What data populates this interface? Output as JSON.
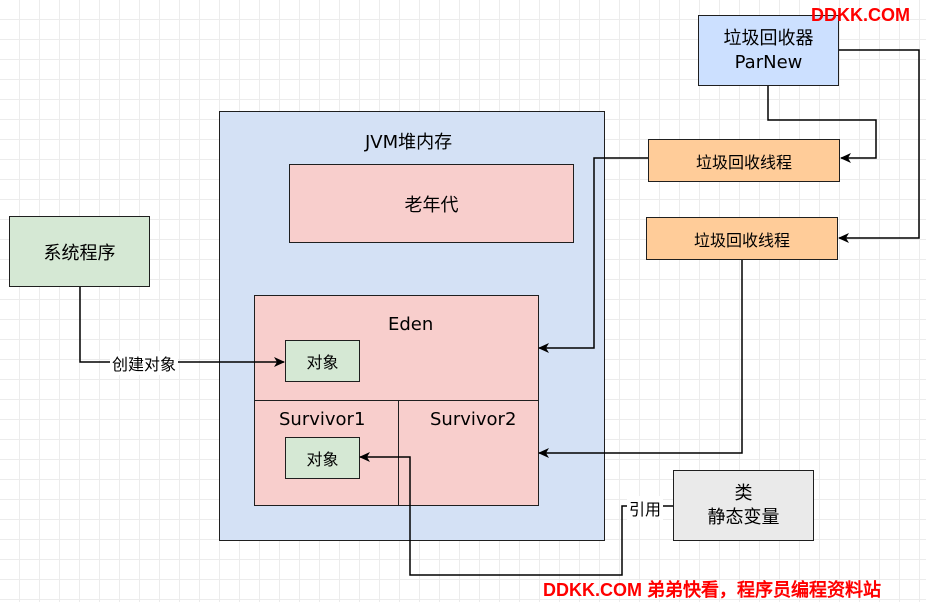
{
  "watermark_top": "DDKK.COM",
  "watermark_bottom": "DDKK.COM 弟弟快看，程序员编程资料站",
  "colors": {
    "heap_fill": "#d4e1f5",
    "heap_stroke": "#1f1f1f",
    "region_fill": "#f8cecc",
    "object_fill": "#d5e8d4",
    "thread_fill": "#ffcc99",
    "collector_fill": "#cce0ff",
    "class_fill": "#eaeaea",
    "watermark": "#ff0000"
  },
  "nodes": {
    "system_program": "系统程序",
    "heap_title": "JVM堆内存",
    "old_gen": "老年代",
    "eden": "Eden",
    "eden_object": "对象",
    "survivor1": "Survivor1",
    "survivor1_object": "对象",
    "survivor2": "Survivor2",
    "collector_line1": "垃圾回收器",
    "collector_line2": "ParNew",
    "gc_thread_1": "垃圾回收线程",
    "gc_thread_2": "垃圾回收线程",
    "class_line1": "类",
    "class_line2": "静态变量"
  },
  "edges": {
    "create_object": "创建对象",
    "reference": "引用"
  }
}
